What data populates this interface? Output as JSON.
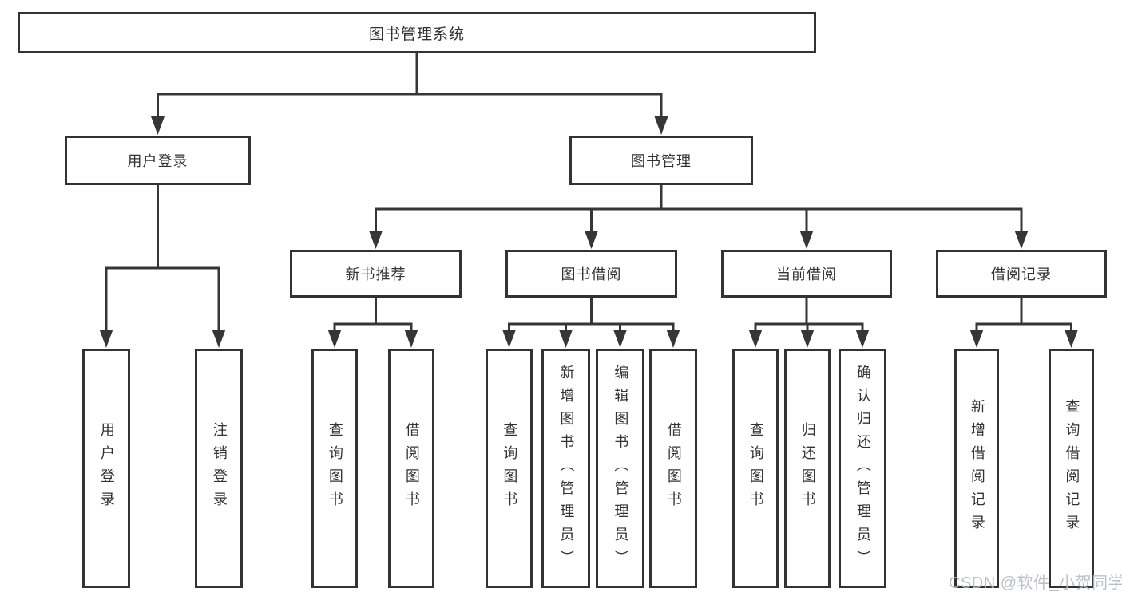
{
  "tree": {
    "root": {
      "label": "图书管理系统"
    },
    "user_login": {
      "label": "用户登录",
      "children": [
        {
          "label": "用户登录"
        },
        {
          "label": "注销登录"
        }
      ]
    },
    "book_mgmt": {
      "label": "图书管理",
      "children": [
        {
          "label": "新书推荐",
          "children": [
            {
              "label": "查询图书"
            },
            {
              "label": "借阅图书"
            }
          ]
        },
        {
          "label": "图书借阅",
          "children": [
            {
              "label": "查询图书"
            },
            {
              "label": "新增图书（管理员）"
            },
            {
              "label": "编辑图书（管理员）"
            },
            {
              "label": "借阅图书"
            }
          ]
        },
        {
          "label": "当前借阅",
          "children": [
            {
              "label": "查询图书"
            },
            {
              "label": "归还图书"
            },
            {
              "label": "确认归还（管理员）"
            }
          ]
        },
        {
          "label": "借阅记录",
          "children": [
            {
              "label": "新增借阅记录"
            },
            {
              "label": "查询借阅记录"
            }
          ]
        }
      ]
    }
  },
  "watermark": {
    "text": "CSDN @软件_小贺同学"
  },
  "colors": {
    "line": "#363636",
    "box_border": "#333333",
    "box_fill": "#ffffff",
    "text": "#333333",
    "watermark": "#b4bac0",
    "background": "#ffffff"
  }
}
